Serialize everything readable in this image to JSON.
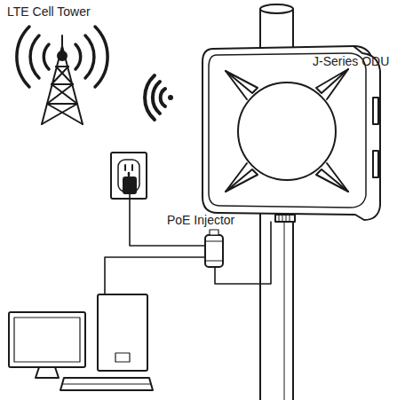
{
  "diagram": {
    "labels": [
      "LTE Cell Tower",
      "J-Series ODU",
      "PoE Injector"
    ]
  }
}
